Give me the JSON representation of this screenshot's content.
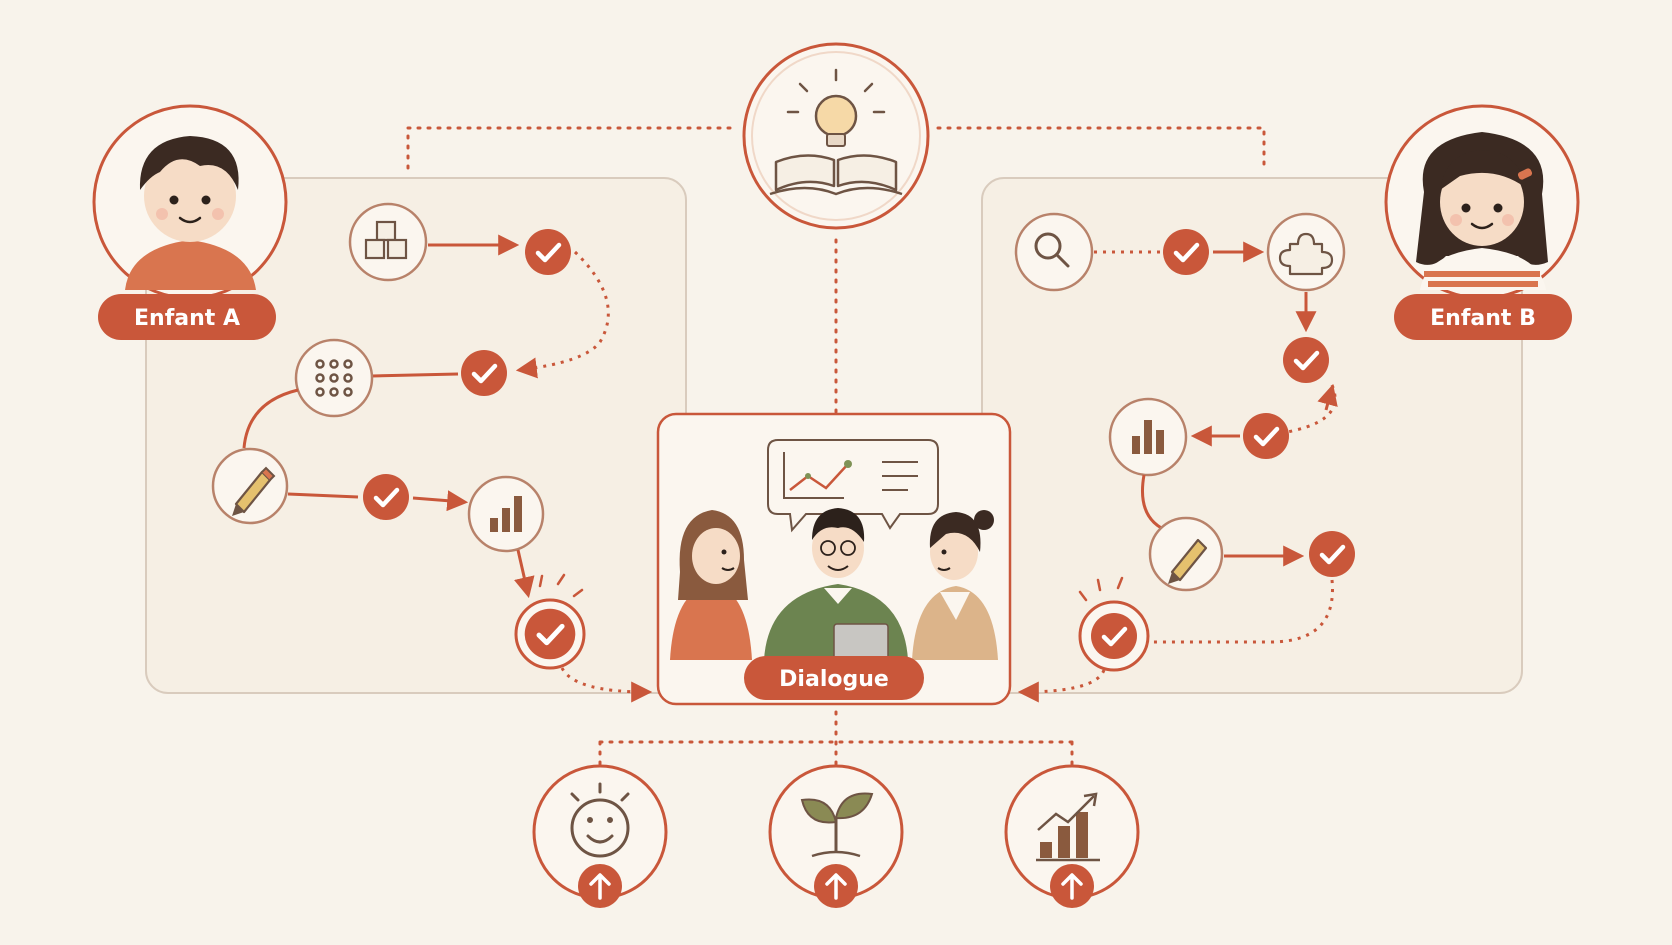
{
  "labels": {
    "child_a": "Enfant A",
    "child_b": "Enfant B",
    "center": "Dialogue"
  },
  "colors": {
    "background": "#f8f3eb",
    "accent": "#c9573a",
    "accent_dark": "#b14a30",
    "outline": "#b8826a",
    "panel_border": "#d9cbbd",
    "icon_ink": "#6e5444",
    "circle_fill": "#fbf6ef"
  },
  "icons": {
    "top": "book-lightbulb-icon",
    "path_a": [
      "blocks-icon",
      "dots-grid-icon",
      "pencil-icon",
      "bar-chart-icon"
    ],
    "path_b": [
      "magnifier-icon",
      "puzzle-icon",
      "bar-chart-icon",
      "pencil-icon"
    ],
    "outcomes": [
      "smile-icon",
      "sprout-icon",
      "growth-chart-icon"
    ]
  }
}
